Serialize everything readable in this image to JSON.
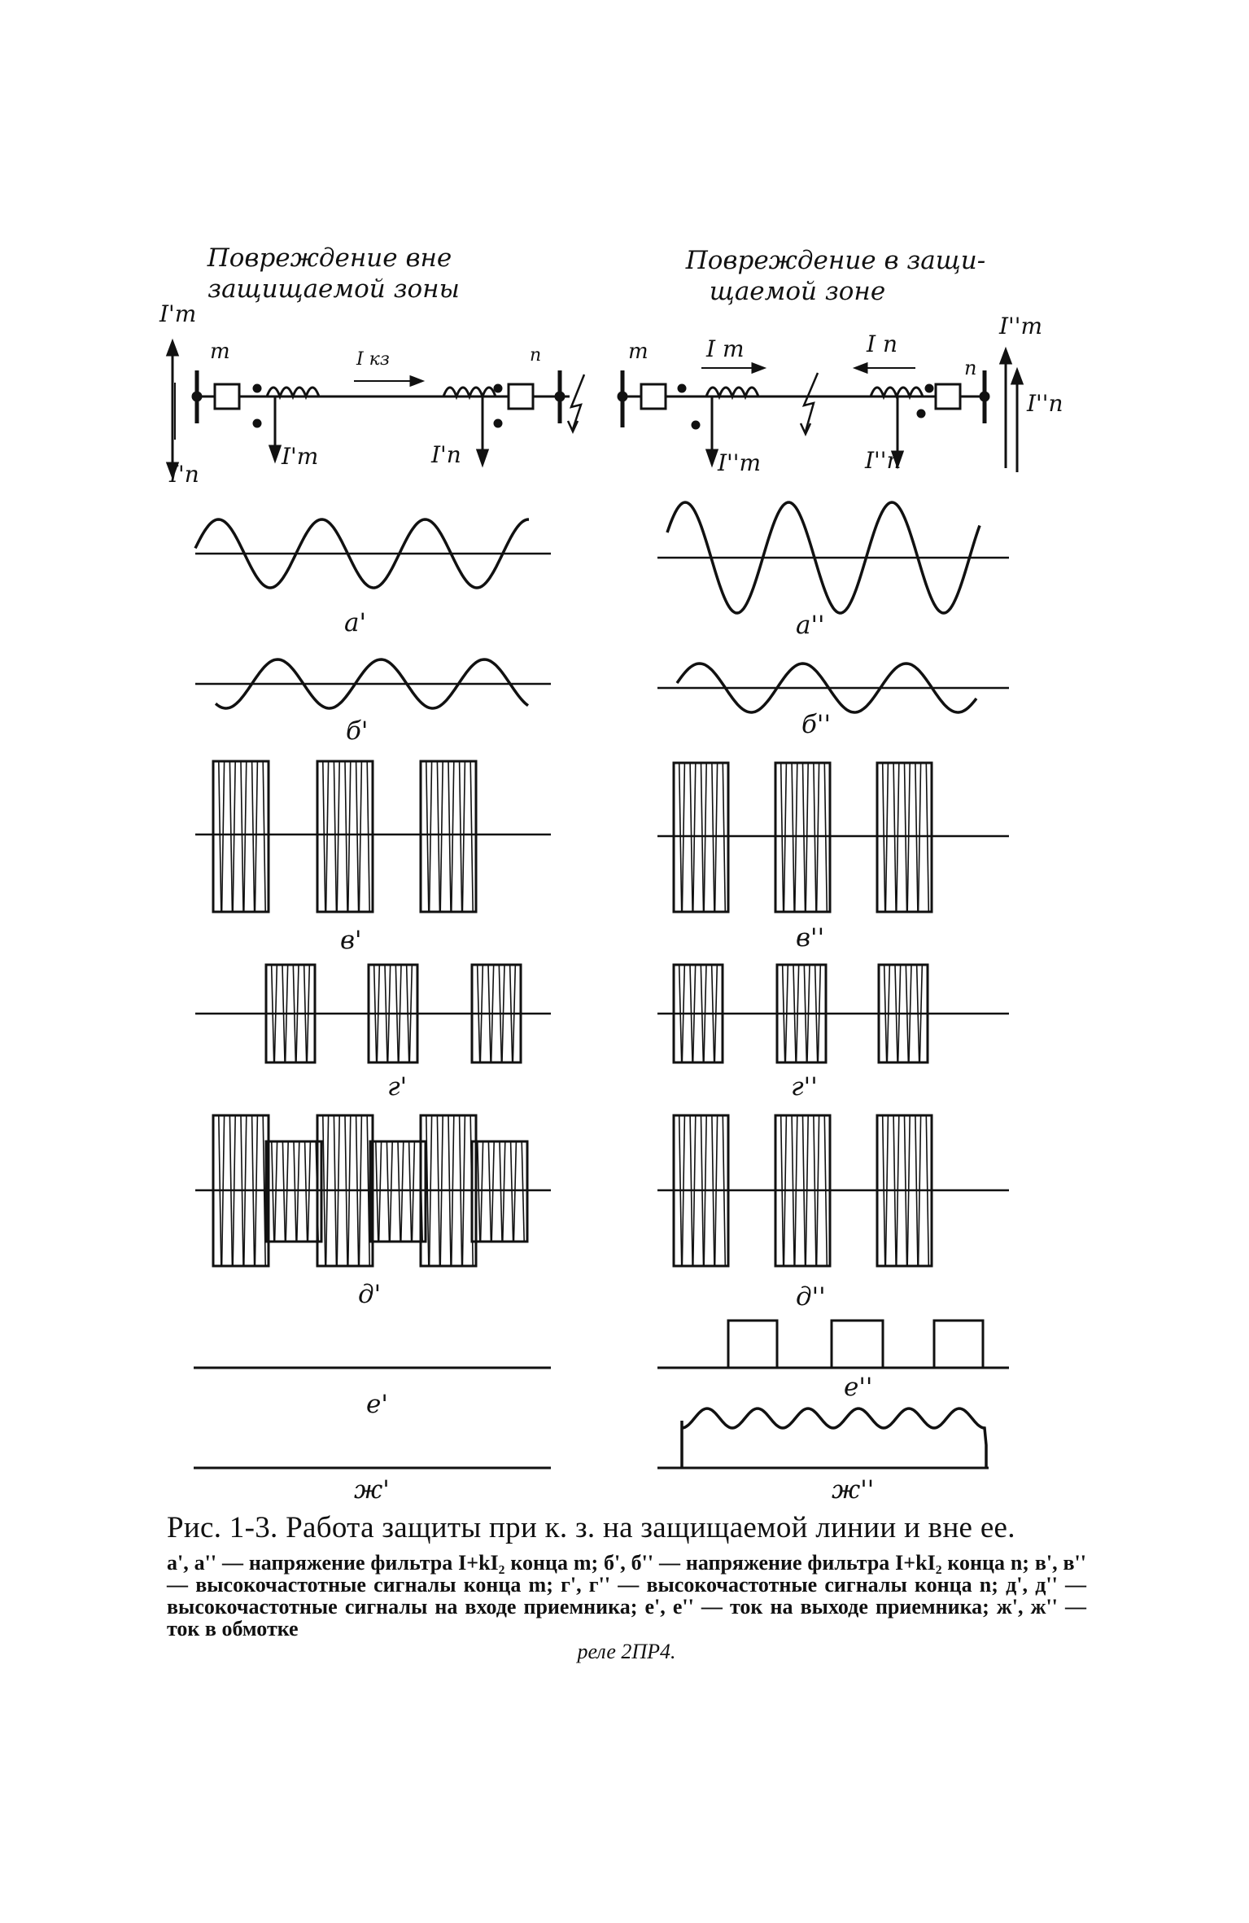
{
  "headings": {
    "left": [
      "Повреждение вне",
      "защищаемой зоны"
    ],
    "right": [
      "Повреждение в защи-",
      "щаемой зоне"
    ]
  },
  "labels": {
    "m": "m",
    "n": "n",
    "Ikz": "I кз",
    "Im_p": "I'm",
    "In_p": "I'n",
    "Im": "I m",
    "In": "I n",
    "Im_pp": "I''m",
    "In_pp": "I''n"
  },
  "traces_left": [
    "а'",
    "б'",
    "в'",
    "г'",
    "д'",
    "е'",
    "ж'"
  ],
  "traces_right": [
    "а''",
    "б''",
    "в''",
    "г''",
    "д''",
    "е''",
    "ж''"
  ],
  "caption": {
    "title": "Рис. 1-3. Работа защиты при к. з. на защищаемой линии и вне ее.",
    "body": "а', а'' — напряжение фильтра I+kI₂ конца m; б', б'' — напряжение фильтра I+kI₂ конца n; в', в'' — высокочастотные сигналы конца m; г', г'' — высокочастотные сигналы конца n; д', д'' — высокочастотные сигналы на входе приемника; е', е'' — ток на выходе приемника; ж', ж'' — ток в обмотке",
    "last": "реле 2ПР4."
  }
}
